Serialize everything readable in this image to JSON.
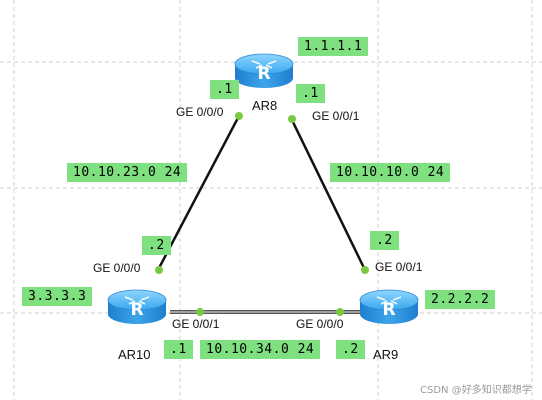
{
  "routers": {
    "ar8": {
      "name": "AR8",
      "loopback": "1.1.1.1"
    },
    "ar9": {
      "name": "AR9",
      "loopback": "2.2.2.2"
    },
    "ar10": {
      "name": "AR10",
      "loopback": "3.3.3.3"
    }
  },
  "links": {
    "ar8_ar10": {
      "network": "10.10.23.0 24",
      "ar8_port": "GE 0/0/0",
      "ar8_host": ".1",
      "ar10_port": "GE 0/0/0",
      "ar10_host": ".2"
    },
    "ar8_ar9": {
      "network": "10.10.10.0 24",
      "ar8_port": "GE 0/0/1",
      "ar8_host": ".1",
      "ar9_port": "GE 0/0/1",
      "ar9_host": ".2"
    },
    "ar10_ar9": {
      "network": "10.10.34.0 24",
      "ar10_port": "GE 0/0/1",
      "ar10_host": ".1",
      "ar9_port": "GE 0/0/0",
      "ar9_host": ".2"
    }
  },
  "router_icon_symbol": "R",
  "watermark": "CSDN @好多知识都想学",
  "colors": {
    "label_bg": "#7fe07f",
    "router_body": "#2a8fd8",
    "link": "#111111",
    "port_dot": "#7ac943",
    "grid": "#cfcfcf"
  }
}
